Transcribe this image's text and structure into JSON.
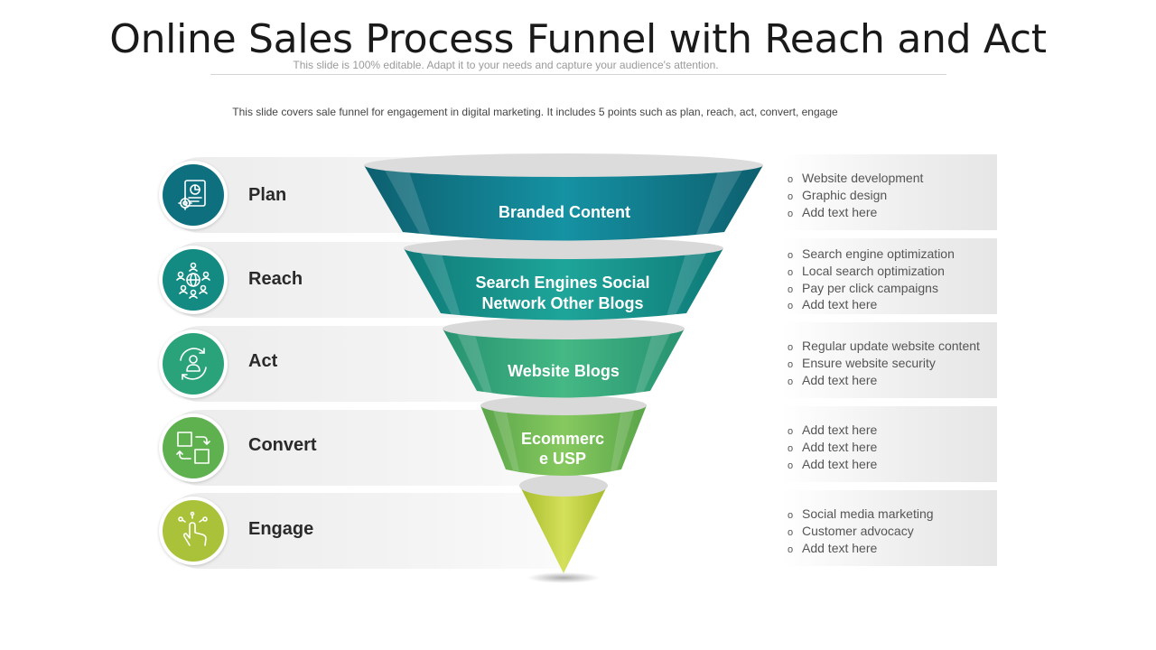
{
  "header": {
    "title": "Online Sales Process Funnel with Reach and Act",
    "subtitle": "This slide is 100% editable. Adapt it to your needs and capture your audience's attention.",
    "description": "This slide covers sale funnel for engagement in digital marketing. It includes 5 points such as plan, reach, act, convert, engage"
  },
  "stages": [
    {
      "label": "Plan",
      "icon": "planning-document-icon",
      "color": "#0e6f7e",
      "funnel_text": [
        "Branded Content"
      ],
      "bullets": [
        "Website development",
        "Graphic design",
        "Add text here"
      ]
    },
    {
      "label": "Reach",
      "icon": "network-globe-icon",
      "color": "#138a82",
      "funnel_text": [
        "Search Engines Social",
        "Network Other Blogs"
      ],
      "bullets": [
        "Search engine optimization",
        "Local search optimization",
        "Pay per click campaigns",
        "Add text here"
      ]
    },
    {
      "label": "Act",
      "icon": "person-cycle-icon",
      "color": "#2aa37a",
      "funnel_text": [
        "Website Blogs"
      ],
      "bullets": [
        "Regular update website content",
        "Ensure website security",
        "Add text here"
      ]
    },
    {
      "label": "Convert",
      "icon": "convert-squares-icon",
      "color": "#5fb04f",
      "funnel_text": [
        "Ecommerc",
        "e USP"
      ],
      "bullets": [
        "Add text here",
        "Add text here",
        "Add text here"
      ]
    },
    {
      "label": "Engage",
      "icon": "touch-hand-icon",
      "color": "#a9c23a",
      "funnel_text": [],
      "bullets": [
        "Social media marketing",
        "Customer advocacy",
        "Add text here"
      ]
    }
  ],
  "bullet_glyph": "o"
}
